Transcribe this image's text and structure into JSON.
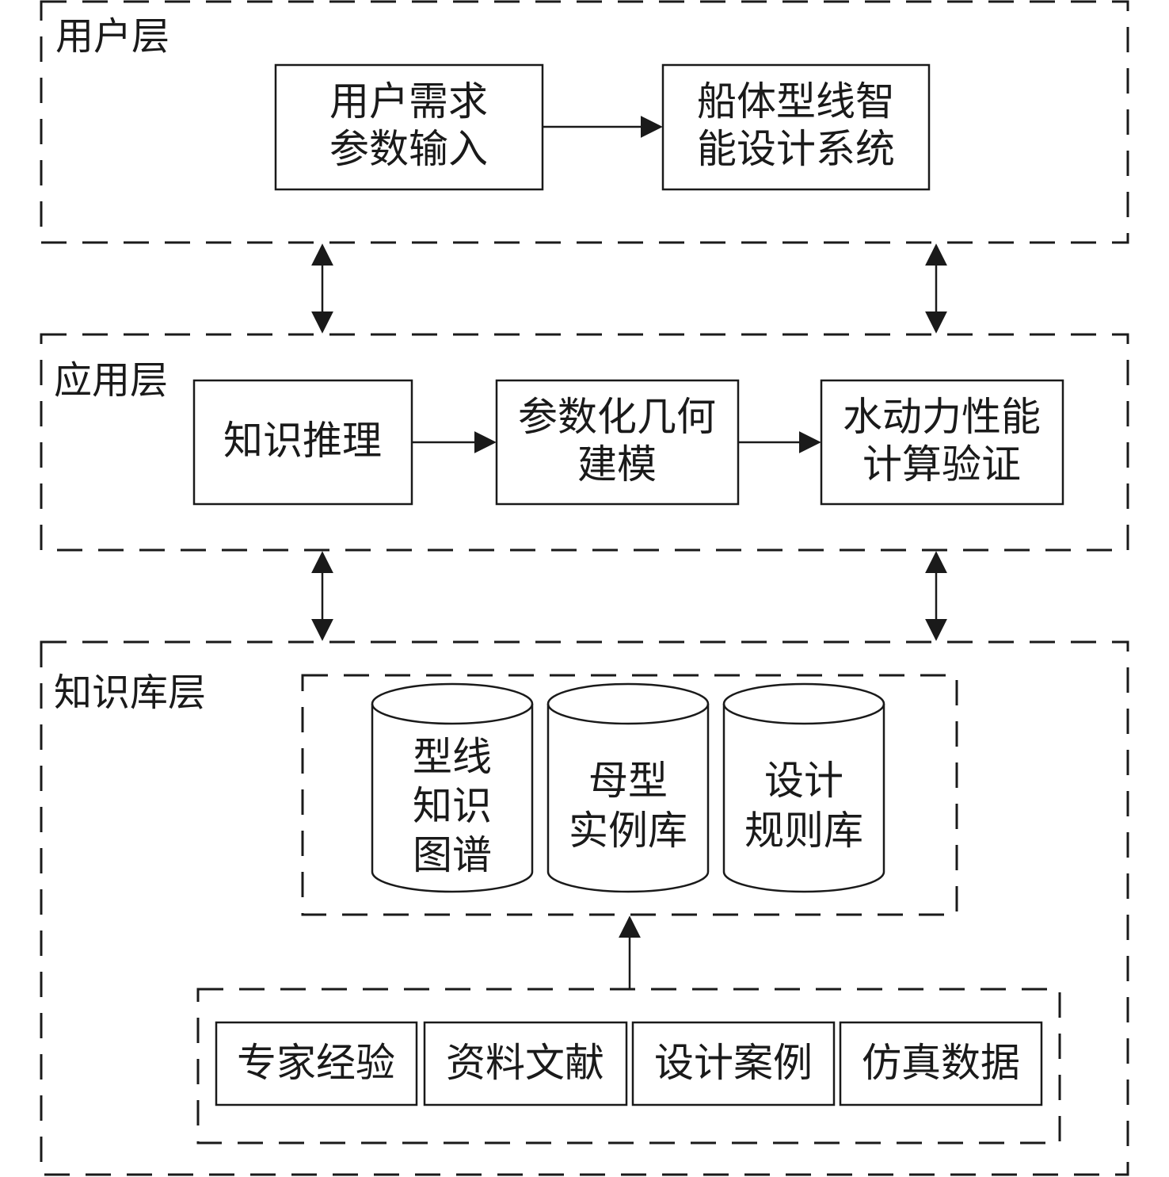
{
  "layers": {
    "user": {
      "title": "用户层",
      "boxes": {
        "input": [
          "用户需求",
          "参数输入"
        ],
        "system": [
          "船体型线智",
          "能设计系统"
        ]
      }
    },
    "application": {
      "title": "应用层",
      "boxes": {
        "reasoning": [
          "知识推理"
        ],
        "modeling": [
          "参数化几何",
          "建模"
        ],
        "verification": [
          "水动力性能",
          "计算验证"
        ]
      }
    },
    "knowledge": {
      "title": "知识库层",
      "databases": {
        "graph": [
          "型线",
          "知识",
          "图谱"
        ],
        "parent": [
          "母型",
          "实例库"
        ],
        "rules": [
          "设计",
          "规则库"
        ]
      },
      "sources": [
        "专家经验",
        "资料文献",
        "设计案例",
        "仿真数据"
      ]
    }
  },
  "colors": {
    "line": "#1a1a1a",
    "background": "#ffffff"
  }
}
